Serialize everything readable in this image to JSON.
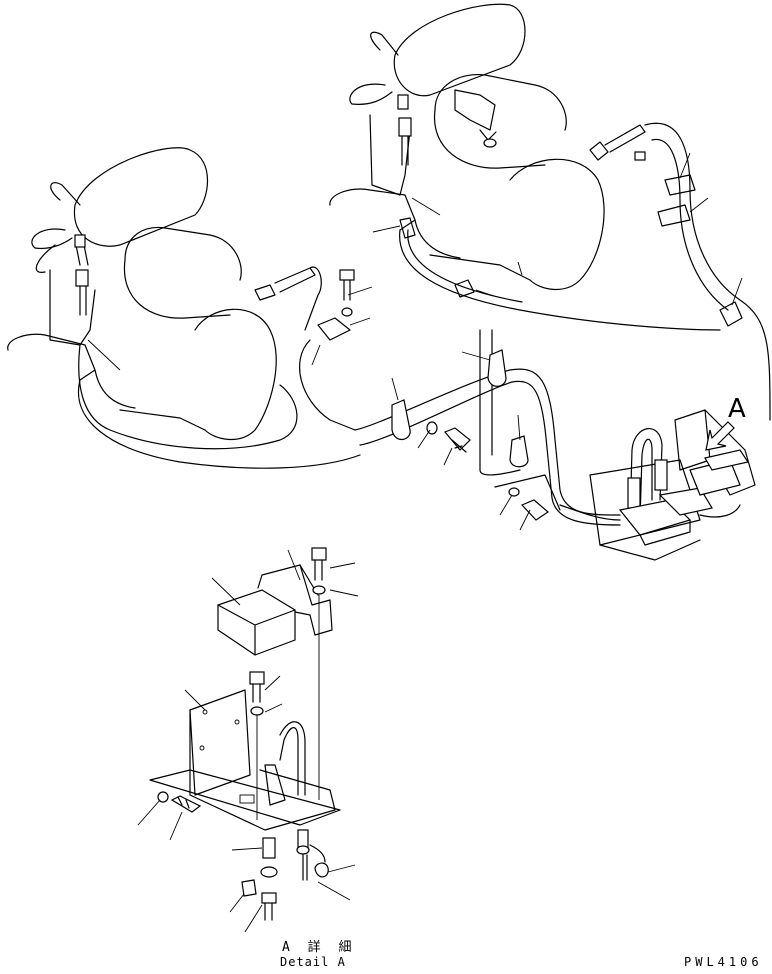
{
  "view_marker": "A",
  "detail": {
    "japanese": "A 詳 細",
    "english": "Detail A"
  },
  "drawing_number": "PWL4106"
}
